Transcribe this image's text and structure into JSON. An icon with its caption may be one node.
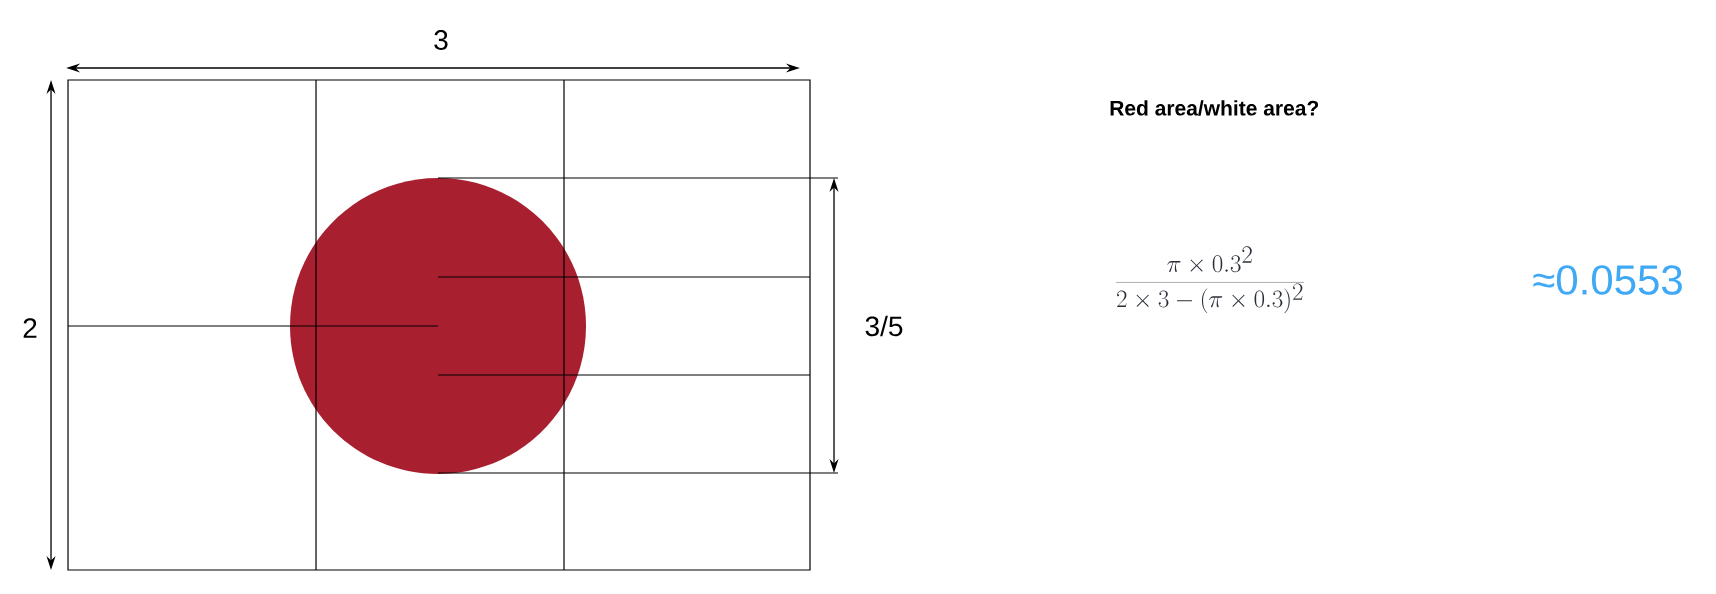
{
  "diagram": {
    "labels": [
      "3",
      "2",
      "3/5",
      "Red area/white area?",
      "\\frac{\\pi\\times 0.3^{2}}{2\\times 3-(\\pi\\times 0.3)^{2}}",
      "≈0.0553"
    ]
  }
}
